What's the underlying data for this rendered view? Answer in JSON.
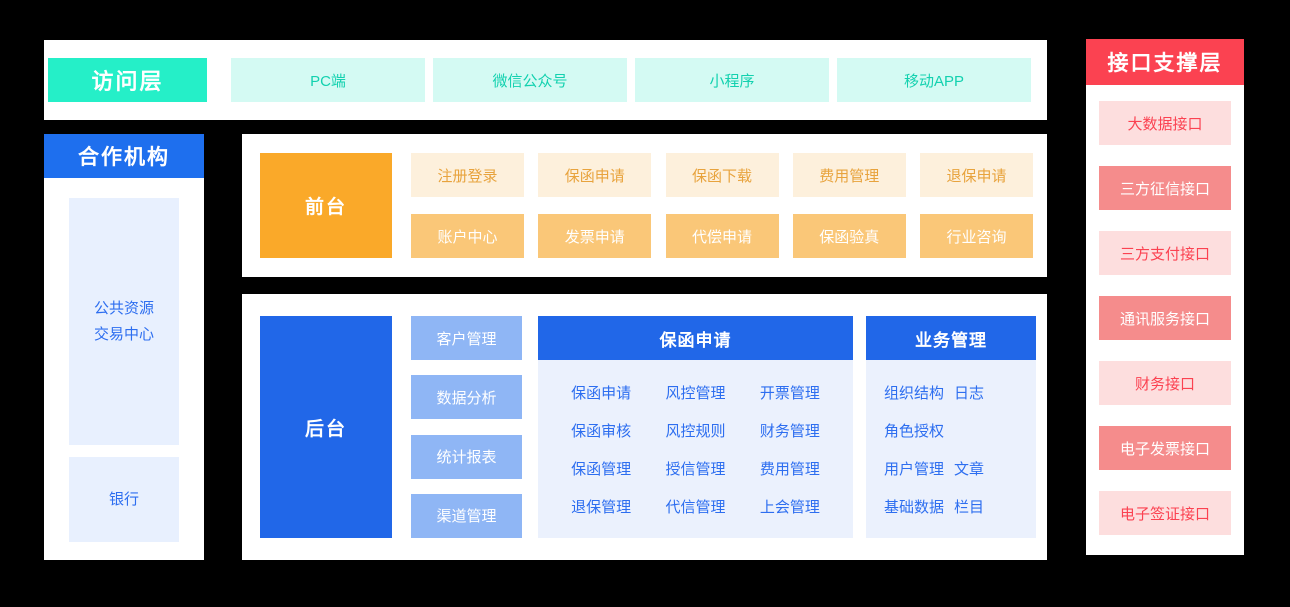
{
  "access_layer": {
    "title": "访问层",
    "items": [
      {
        "label": "PC端"
      },
      {
        "label": "微信公众号"
      },
      {
        "label": "小程序"
      },
      {
        "label": "移动APP"
      }
    ]
  },
  "partner_layer": {
    "title": "合作机构",
    "boxes": [
      {
        "lines": [
          "公共资源",
          "交易中心"
        ]
      },
      {
        "lines": [
          "银行"
        ]
      }
    ]
  },
  "front_office": {
    "title": "前台",
    "rows": [
      {
        "style": "light",
        "cells": [
          "注册登录",
          "保函申请",
          "保函下载",
          "费用管理",
          "退保申请"
        ]
      },
      {
        "style": "solid",
        "cells": [
          "账户中心",
          "发票申请",
          "代偿申请",
          "保函验真",
          "行业咨询"
        ]
      }
    ]
  },
  "back_office": {
    "title": "后台",
    "stack": [
      {
        "label": "客户管理"
      },
      {
        "label": "数据分析"
      },
      {
        "label": "统计报表"
      },
      {
        "label": "渠道管理"
      }
    ],
    "groups": [
      {
        "head": "保函申请",
        "links": [
          "保函申请",
          "风控管理",
          "开票管理",
          "保函审核",
          "风控规则",
          "财务管理",
          "保函管理",
          "授信管理",
          "费用管理",
          "退保管理",
          "代信管理",
          "上会管理"
        ]
      },
      {
        "head": "业务管理",
        "links": [
          "组织结构",
          "日志",
          "角色授权",
          "",
          "用户管理",
          "文章",
          "基础数据",
          "栏目"
        ]
      }
    ]
  },
  "interface_layer": {
    "title": "接口支撑层",
    "items": [
      {
        "label": "大数据接口",
        "style": "light"
      },
      {
        "label": "三方征信接口",
        "style": "solid"
      },
      {
        "label": "三方支付接口",
        "style": "light"
      },
      {
        "label": "通讯服务接口",
        "style": "solid"
      },
      {
        "label": "财务接口",
        "style": "light"
      },
      {
        "label": "电子发票接口",
        "style": "solid"
      },
      {
        "label": "电子签证接口",
        "style": "light"
      }
    ]
  },
  "colors": {
    "access_accent": "#25EFC8",
    "access_item_bg": "#D4FAF3",
    "access_item_text": "#13D1AF",
    "partner_accent": "#1E6FEE",
    "partner_box_bg": "#E8F0FE",
    "front_accent": "#FAA929",
    "front_light_bg": "#FDF0DC",
    "front_solid_bg": "#FAC778",
    "back_accent": "#2167E8",
    "back_stack_bg": "#8FB6F5",
    "group_body_bg": "#EBF1FD",
    "link_text": "#2D6EF0",
    "interface_accent": "#FB4251",
    "interface_light_bg": "#FDDEDE",
    "interface_solid_bg": "#F58C8C",
    "page_bg": "#000000",
    "panel_bg": "#FFFFFF"
  }
}
